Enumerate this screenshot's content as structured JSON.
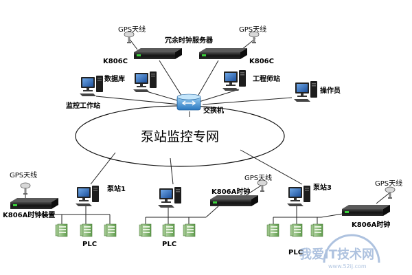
{
  "title": "冗余时钟服务器",
  "network_label": "泵站监控专网",
  "switch_label": "交换机",
  "antenna_label": "GPS天线",
  "top": {
    "clock_left": "K806C",
    "clock_right": "K806C",
    "database": "数据库",
    "engineer_station": "工程师站",
    "monitoring_station": "监控工作站",
    "operator": "操作员"
  },
  "stations": [
    {
      "label": "泵站1",
      "clock": "K806A时钟装置",
      "plc": "PLC"
    },
    {
      "label": "",
      "clock": "K806A时钟",
      "plc": "PLC"
    },
    {
      "label": "泵站3",
      "clock": "K806A时钟",
      "plc": "PLC"
    }
  ],
  "watermark": {
    "text": "我爱IT技术网",
    "url": "www.52ij.com"
  },
  "icons": {
    "antenna": "gps-antenna-icon",
    "clock": "rack-clock-device-icon",
    "computer": "desktop-computer-icon",
    "switch": "network-switch-icon",
    "plc": "plc-module-icon"
  },
  "colors": {
    "line": "#222222",
    "device": "#1b1b1b",
    "switch": "#3a8fd0",
    "plc": "#7db36b",
    "watermark": "#9ab4d8"
  }
}
